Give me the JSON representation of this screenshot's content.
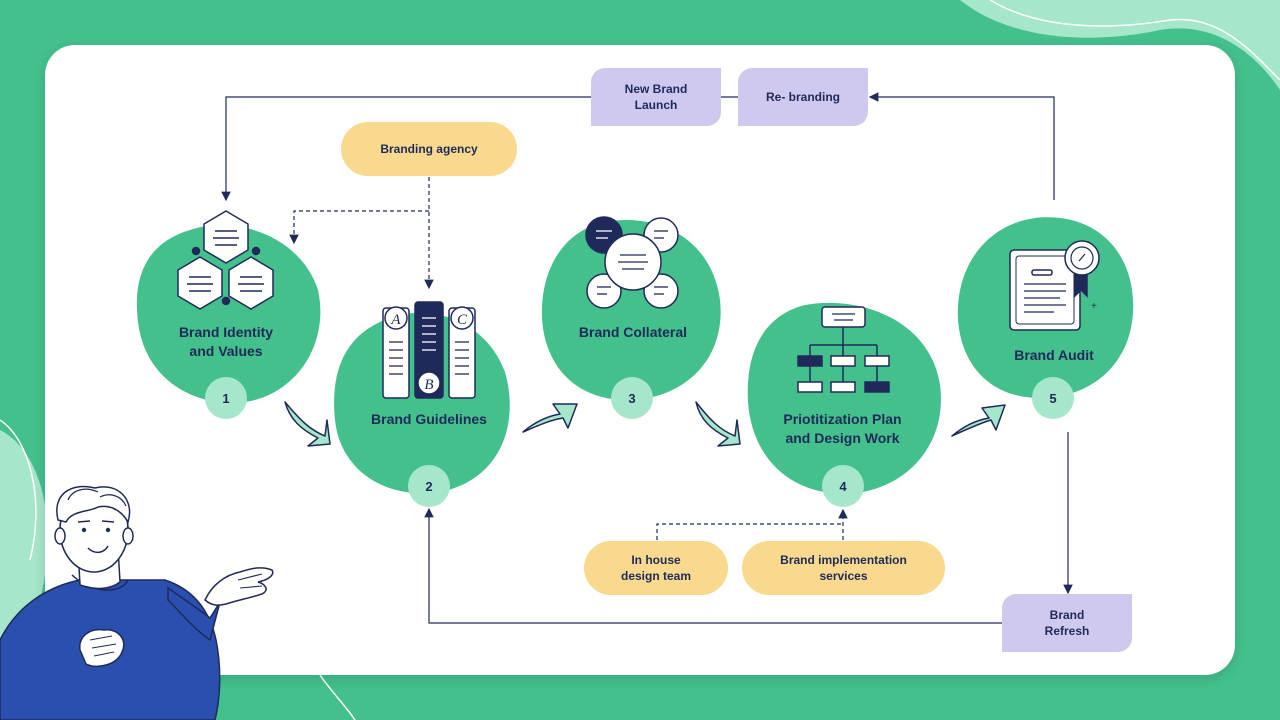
{
  "steps": [
    {
      "number": "1",
      "label": "Brand Identity\nand Values"
    },
    {
      "number": "2",
      "label": "Brand Guidelines"
    },
    {
      "number": "3",
      "label": "Brand Collateral"
    },
    {
      "number": "4",
      "label": "Priotitization Plan\nand Design Work"
    },
    {
      "number": "5",
      "label": "Brand Audit"
    }
  ],
  "tags": {
    "new_brand_launch": "New Brand\nLaunch",
    "re_branding": "Re- branding",
    "branding_agency": "Branding agency",
    "in_house": "In house\ndesign team",
    "brand_impl": "Brand implementation\nservices",
    "brand_refresh": "Brand\nRefresh"
  },
  "icons": {
    "step1": "hexagon-cluster-icon",
    "step2": "book-abc-icon",
    "step3": "bubble-network-icon",
    "step4": "org-chart-icon",
    "step5": "certificate-icon",
    "presenter": "presenter-illustration"
  },
  "colors": {
    "background": "#43c08c",
    "blob": "#43c08c",
    "number_circle": "#a6e6cb",
    "navy": "#1f2a5a",
    "purple_tag": "#cfc9ef",
    "yellow_tag": "#f8d98d"
  }
}
